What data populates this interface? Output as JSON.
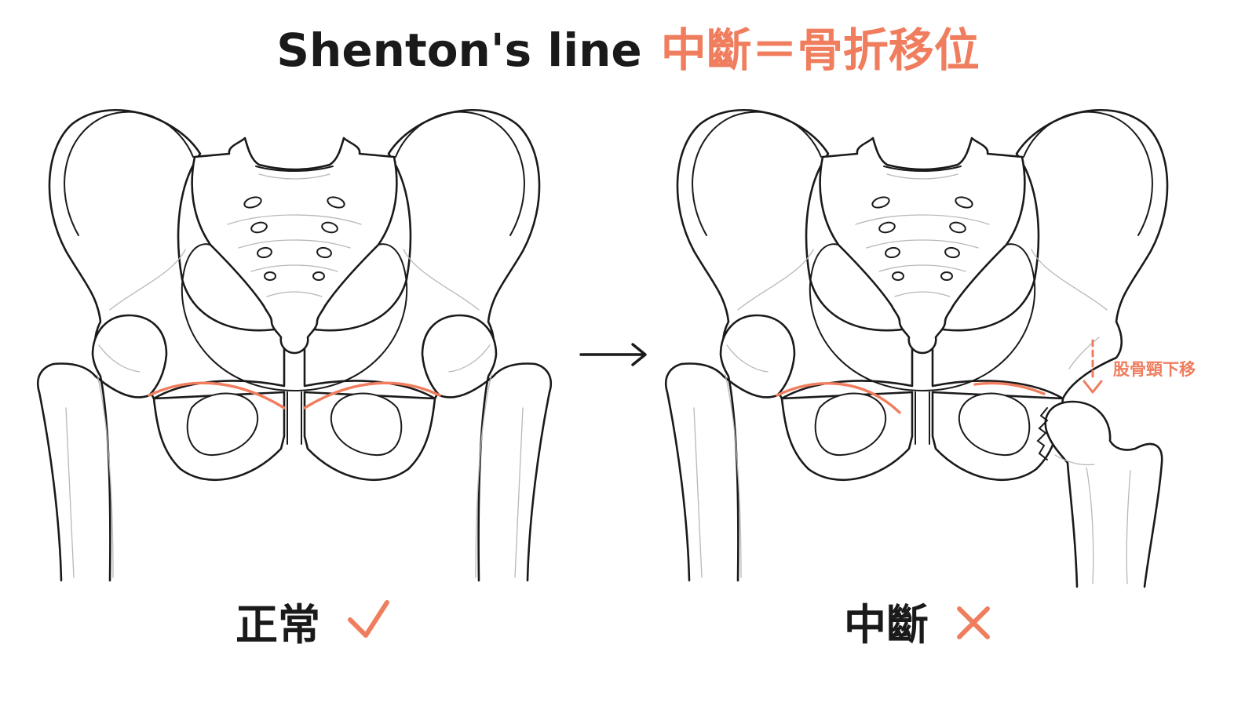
{
  "title": {
    "prefix": "Shenton's line",
    "accent": "中斷＝骨折移位"
  },
  "panels": [
    {
      "caption": "正常",
      "mark": "check-icon"
    },
    {
      "caption": "中斷",
      "mark": "cross-icon"
    }
  ],
  "annotation": {
    "label": "股骨頸下移"
  },
  "icons": {
    "arrow": "arrow-right-icon",
    "check": "check-icon",
    "cross": "cross-icon",
    "down": "dashed-down-arrow-icon"
  },
  "colors": {
    "ink": "#1a1a1a",
    "accent": "#ef7d5e",
    "shading": "#b8b8b8",
    "background": "#ffffff"
  }
}
